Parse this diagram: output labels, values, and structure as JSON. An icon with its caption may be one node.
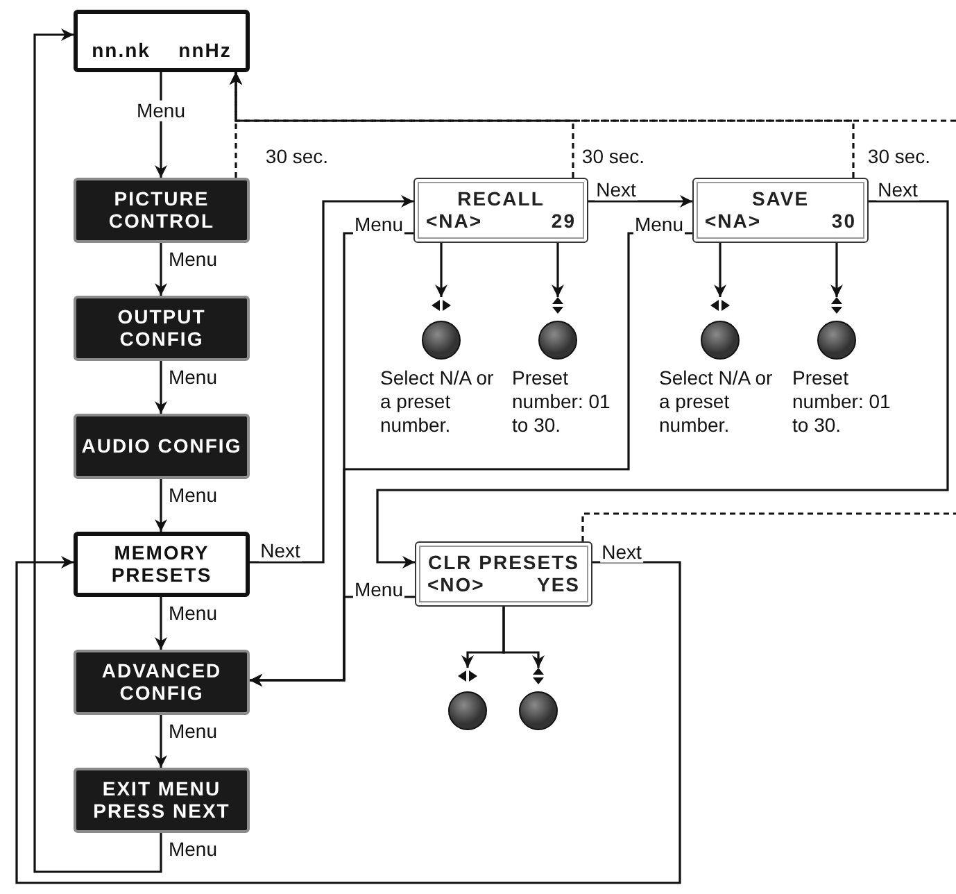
{
  "diagram": {
    "nodes": [
      {
        "text": [
          "nn.nk",
          "nnHz"
        ]
      },
      {
        "text": [
          "PICTURE CONTROL"
        ]
      },
      {
        "text": [
          "OUTPUT CONFIG"
        ]
      },
      {
        "text": [
          "AUDIO CONFIG"
        ]
      },
      {
        "text": [
          "MEMORY PRESETS"
        ]
      },
      {
        "text": [
          "ADVANCED CONFIG"
        ]
      },
      {
        "text": [
          "EXIT MENU PRESS NEXT"
        ]
      },
      {
        "text": [
          "RECALL",
          "<NA>",
          "29"
        ]
      },
      {
        "text": [],
        "shape": "circle",
        "beside": [
          "Select N/A or a preset number."
        ]
      },
      {
        "text": [],
        "shape": "circle",
        "beside": [
          "Preset number: 01 to 30."
        ]
      },
      {
        "text": [
          "SAVE",
          "<NA>",
          "30"
        ]
      },
      {
        "text": [],
        "shape": "circle",
        "beside": [
          "Select N/A or a preset number."
        ]
      },
      {
        "text": [],
        "shape": "circle",
        "beside": [
          "Preset number: 01 to 30."
        ]
      },
      {
        "text": [
          "CLR PRESETS",
          "<NO>",
          "YES"
        ]
      },
      {
        "text": [],
        "shape": "circle"
      },
      {
        "text": [],
        "shape": "circle"
      }
    ],
    "edges": [
      {
        "from": 0,
        "to": 1,
        "arrow": "to",
        "label": "Menu"
      },
      {
        "from": 1,
        "to": 2,
        "arrow": "to",
        "label": "Menu"
      },
      {
        "from": 2,
        "to": 3,
        "arrow": "to",
        "label": "Menu"
      },
      {
        "from": 3,
        "to": 4,
        "arrow": "to",
        "label": "Menu"
      },
      {
        "from": 4,
        "to": 5,
        "arrow": "to",
        "label": "Menu"
      },
      {
        "from": 5,
        "to": 6,
        "arrow": "to",
        "label": "Menu"
      },
      {
        "from": 6,
        "to": 0,
        "arrow": "to",
        "label": "Menu"
      },
      {
        "from": 1,
        "to": 0,
        "arrow": "to",
        "label": "30 sec.",
        "style": "dashed"
      },
      {
        "from": 7,
        "to": 0,
        "arrow": "to",
        "label": "30 sec.",
        "style": "dashed"
      },
      {
        "from": 10,
        "to": 0,
        "arrow": "to",
        "label": "30 sec.",
        "style": "dashed"
      },
      {
        "from": null,
        "to": 0,
        "arrow": "to",
        "style": "dashed"
      },
      {
        "from": 4,
        "to": 7,
        "arrow": "to",
        "label": "Next"
      },
      {
        "from": 7,
        "to": 10,
        "arrow": "to",
        "label": "Next"
      },
      {
        "from": 10,
        "to": 13,
        "arrow": "to",
        "label": "Next"
      },
      {
        "from": 13,
        "to": 4,
        "arrow": "to",
        "label": "Next"
      },
      {
        "from": 7,
        "to": 5,
        "arrow": "to",
        "label": "Menu"
      },
      {
        "from": 10,
        "to": 5,
        "arrow": "to",
        "label": "Menu"
      },
      {
        "from": 13,
        "to": 5,
        "arrow": "to",
        "label": "Menu"
      },
      {
        "from": 13,
        "to": null,
        "arrow": "none",
        "style": "dashed"
      },
      {
        "from": 7,
        "to": 8,
        "arrow": "to"
      },
      {
        "from": 7,
        "to": 9,
        "arrow": "to"
      },
      {
        "from": 10,
        "to": 11,
        "arrow": "to"
      },
      {
        "from": 10,
        "to": 12,
        "arrow": "to"
      },
      {
        "from": 13,
        "to": 14,
        "arrow": "to"
      },
      {
        "from": 13,
        "to": 15,
        "arrow": "to"
      }
    ]
  }
}
